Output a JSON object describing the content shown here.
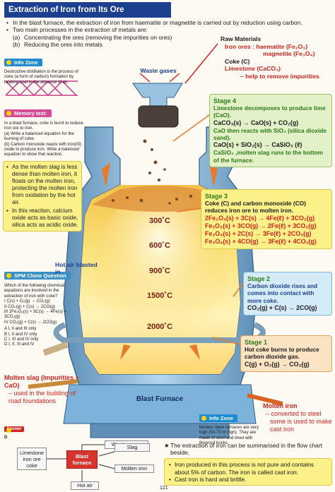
{
  "title": "Extraction of Iron from Its Ore",
  "intro": {
    "line1": "In the blast furnace, the extraction of iron from haematite or magnetite is carried out by reduction using carbon.",
    "line2": "Two main processes in the extraction of metals are:",
    "sub_a_label": "(a)",
    "sub_a": "Concentrating the ores (removing the impurities on ores)",
    "sub_b_label": "(b)",
    "sub_b": "Reducing the ores into metals"
  },
  "info_zone_1": {
    "heading": "Info Zone",
    "text": "Destructive distillation is the process of coke (a form of carbon) formation by heating coal in the absence of air."
  },
  "memory_test": {
    "heading": "Memory test:",
    "text": "In a blast furnace, coke is burnt to reduce iron ore to iron.",
    "qa": "(a) Write a balanced equation for the burning of coke.",
    "qb": "(b) Carbon monoxide reacts with iron(III) oxide to produce iron. Write a balanced equation to show that reaction."
  },
  "slag_note": {
    "b1": "As the molten slag is less dense than molten iron, it floats on the molten iron, protecting the molten iron from oxidation by the hot air.",
    "b2": "In this reaction, calcium oxide acts as basic oxide, silica acts as acidic oxide."
  },
  "raw_materials": {
    "title": "Raw Materials",
    "iron_ores_label": "Iron ores : haematite (Fe₂O₃)",
    "magnetite": "magnetite (Fe₃O₄)",
    "coke": "Coke (C)",
    "limestone": "Limestone (CaCO₃)",
    "limestone_note": "– help to remove impurities"
  },
  "labels": {
    "waste_gases": "Waste gases",
    "hot_air": "Hot air blasted in",
    "blast_furnace": "Blast Furnace"
  },
  "stage4": {
    "title": "Stage 4",
    "b1": "Limestone decomposes to produce lime (CaO).",
    "eq1": "CaCO₃(s) → CaO(s) + CO₂(g)",
    "b2": "CaO then reacts with SiO₂ (silica dioxide sand).",
    "eq2": "CaO(s) + SiO₂(s) → CaSiO₃ (ℓ)",
    "b3": "CaSiO₃ ,molten slag runs to the bottom of the furnace."
  },
  "stage3": {
    "title": "Stage 3",
    "text": "Coke (C) and carbon monoxide (CO) reduces iron ore to molten iron.",
    "eqs": [
      "2Fe₂O₃(s) + 3C(s) → 4Fe(ℓ) + 3CO₂(g)",
      "Fe₂O₃(s) + 3CO(g) → 2Fe(ℓ) + 3CO₂(g)",
      "Fe₃O₄(s) + 2C(s) → 3Fe(ℓ) + 2CO₂(g)",
      "Fe₃O₄(s) + 4CO(g) → 3Fe(ℓ) + 4CO₂(g)"
    ]
  },
  "stage2": {
    "title": "Stage 2",
    "text": "Carbon dioxide rises and comes into contact with more coke.",
    "eq": "CO₂(g) + C(s) → 2CO(g)"
  },
  "stage1": {
    "title": "Stage 1",
    "text": "Hot coke burns to produce carbon dioxide gas.",
    "eq": "C(g) + O₂(g) → CO₂(g)"
  },
  "temperatures": [
    "300˚C",
    "600˚C",
    "900˚C",
    "1500˚C",
    "2000˚C"
  ],
  "spm_question": {
    "heading": "SPM Clone Question",
    "question": "Which of the following chemical equations are involved in the extraction of iron with coke?",
    "options": [
      "I   C(s) + O₂(g) → CO₂(g)",
      "II  CO₂(g) + C(s) → 2CO(g)",
      "III 2Fe₂O₃(s) + 3C(s) → 4Fe(s) + 3CO₂(g)",
      "IV  CO₂(g) + C(s) → 2CO(g)"
    ],
    "answers": [
      "A  I, II and III only",
      "B  I, II and IV only",
      "C  I, III and IV only",
      "D  I, II, III and IV"
    ]
  },
  "molten_slag": {
    "title": "Molten slag (Impurities + CaO)",
    "note": "– used in the building of road foundations"
  },
  "molten_iron": {
    "title": "Molten iron",
    "note1": "– converted to steel",
    "note2": "some is used to make cast iron"
  },
  "info_zone_2": {
    "heading": "Info Zone",
    "text": "Modern blast furnaces are very high (50-70 m high). They are made of steel and lined with fireproof bricks."
  },
  "answer": {
    "label": "Answer",
    "value": "D"
  },
  "flow": {
    "waste_gases": "Waste gases",
    "inputs": "Limestone iron ore coke",
    "furnace": "Blast furnace",
    "slag": "Slag",
    "molten_iron": "Molten iron",
    "hot_air": "Hot air"
  },
  "summary": {
    "intro": "The extraction of iron can be summarised in the flow chart beside.",
    "b1": "Iron produced in this process is not pure and contains about 5% of carbon. The iron is called cast iron.",
    "b2": "Cast iron is hard and brittle."
  },
  "page_number": "121",
  "colors": {
    "title_bg": "#1d3f8f",
    "stage_green": "#2c7a18",
    "accent_red": "#d2231e",
    "furnace_blue": "#7fb6dc"
  }
}
